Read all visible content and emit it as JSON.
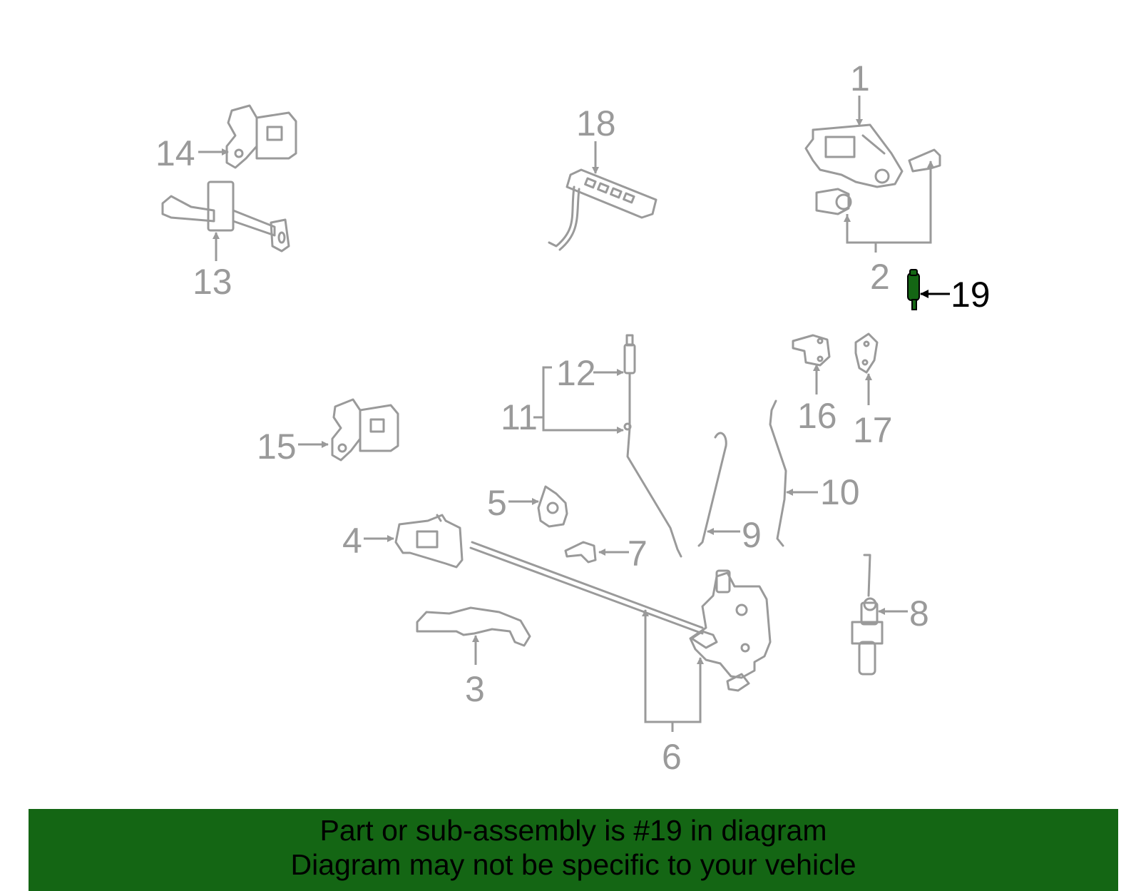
{
  "diagram": {
    "callouts": {
      "c1": "1",
      "c2": "2",
      "c3": "3",
      "c4": "4",
      "c5": "5",
      "c6": "6",
      "c7": "7",
      "c8": "8",
      "c9": "9",
      "c10": "10",
      "c11": "11",
      "c12": "12",
      "c13": "13",
      "c14": "14",
      "c15": "15",
      "c16": "16",
      "c17": "17",
      "c18": "18",
      "c19": "19"
    },
    "highlighted_part": "19",
    "colors": {
      "line": "#9a9a9a",
      "highlight": "#146614",
      "banner": "#146614",
      "text": "#000000"
    }
  },
  "banner": {
    "line1": "Part or sub-assembly is #19 in diagram",
    "line2": "Diagram may not be specific to your vehicle"
  }
}
